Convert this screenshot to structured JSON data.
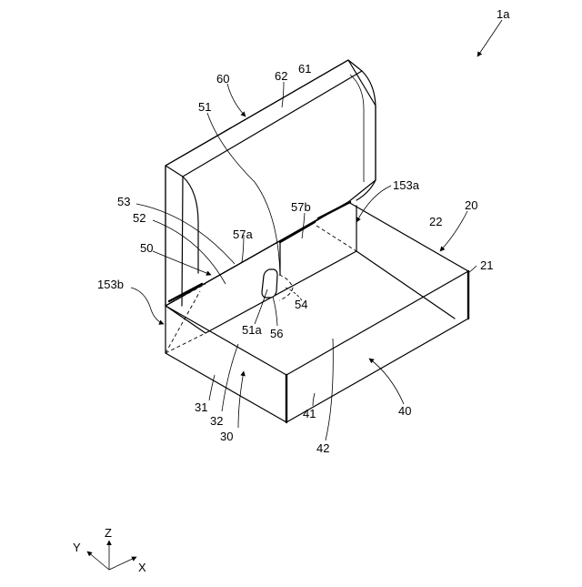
{
  "labels": {
    "l_1a": "1a",
    "l_60": "60",
    "l_62": "62",
    "l_61": "61",
    "l_51": "51",
    "l_153a": "153a",
    "l_20": "20",
    "l_57b": "57b",
    "l_22": "22",
    "l_53": "53",
    "l_52": "52",
    "l_57a": "57a",
    "l_50": "50",
    "l_21": "21",
    "l_153b": "153b",
    "l_54": "54",
    "l_51a": "51a",
    "l_56": "56",
    "l_31": "31",
    "l_32": "32",
    "l_30": "30",
    "l_41": "41",
    "l_42": "42",
    "l_40": "40"
  },
  "axes": {
    "y": "Y",
    "z": "Z",
    "x": "X"
  }
}
